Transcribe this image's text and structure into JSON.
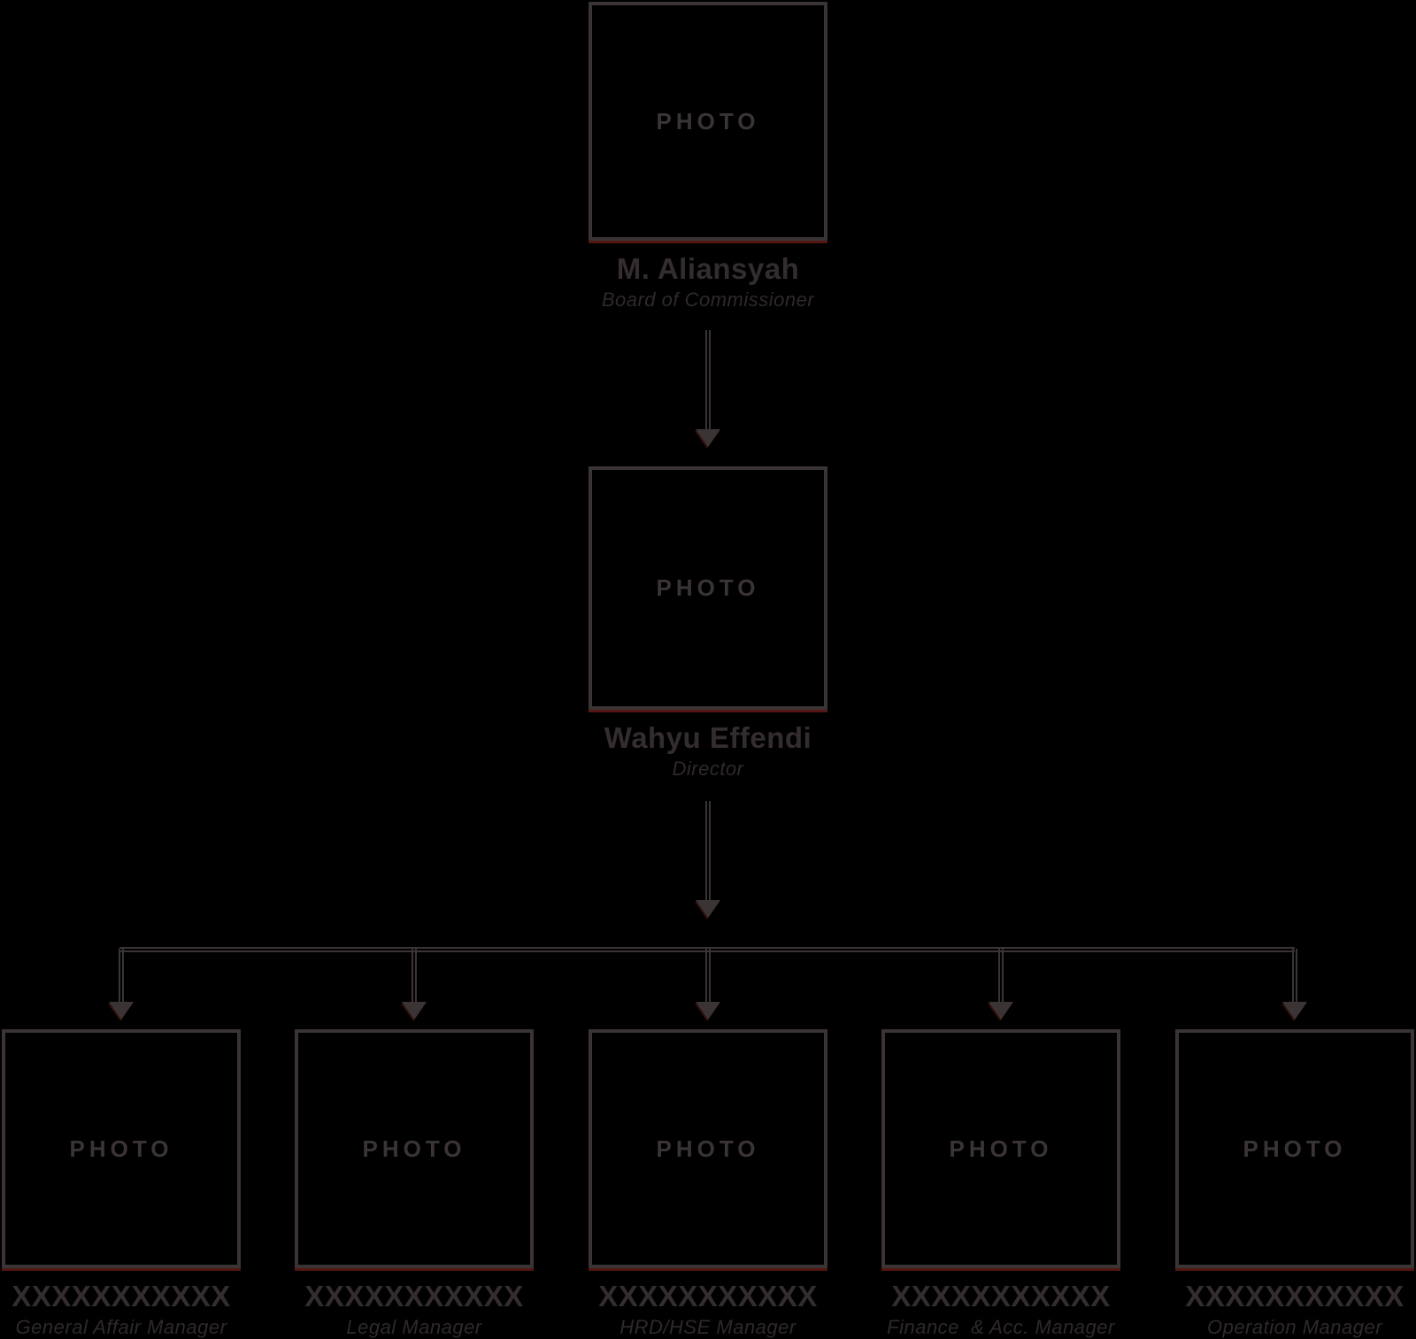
{
  "chart": {
    "type": "org-chart",
    "photo_label": "PHOTO",
    "root": {
      "name": "M. Aliansyah",
      "title": "Board of Commissioner"
    },
    "director": {
      "name": "Wahyu Effendi",
      "title": "Director"
    },
    "managers": [
      {
        "name": "XXXXXXXXXXX",
        "title": "General Affair Manager"
      },
      {
        "name": "XXXXXXXXXXX",
        "title": "Legal Manager"
      },
      {
        "name": "XXXXXXXXXXX",
        "title": "HRD/HSE Manager"
      },
      {
        "name": "XXXXXXXXXXX",
        "title": "Finance  & Acc. Manager"
      },
      {
        "name": "XXXXXXXXXXX",
        "title": "Operation Manager"
      }
    ],
    "colors": {
      "background": "#000000",
      "line": "#3a3434",
      "name_text": "#342d30",
      "title_text": "#2f292c",
      "photo_text": "#3b3436",
      "accent_red": "#681c14"
    }
  }
}
